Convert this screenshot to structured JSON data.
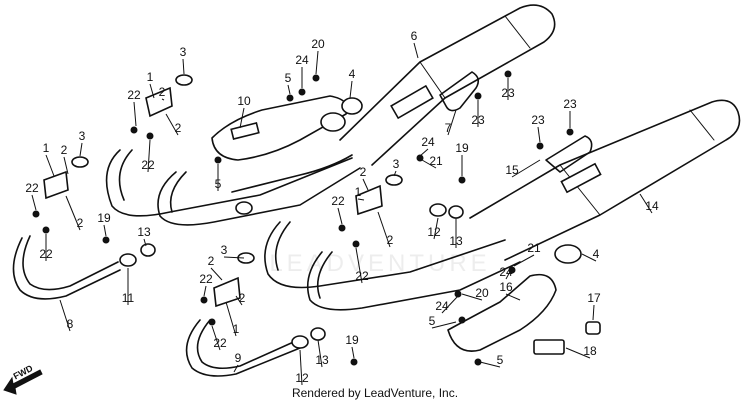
{
  "footer_text": "Rendered by LeadVenture, Inc.",
  "watermark_text": "LEADVENTURE",
  "fwd_label": "FWD",
  "callouts": [
    {
      "id": "c1",
      "label": "1"
    },
    {
      "id": "c2",
      "label": "1"
    },
    {
      "id": "c3",
      "label": "1"
    },
    {
      "id": "c4",
      "label": "1"
    },
    {
      "id": "c5",
      "label": "2"
    },
    {
      "id": "c6",
      "label": "2"
    },
    {
      "id": "c7",
      "label": "2"
    },
    {
      "id": "c8",
      "label": "2"
    },
    {
      "id": "c9",
      "label": "2"
    },
    {
      "id": "c10",
      "label": "2"
    },
    {
      "id": "c11",
      "label": "2"
    },
    {
      "id": "c12",
      "label": "2"
    },
    {
      "id": "c13",
      "label": "3"
    },
    {
      "id": "c14",
      "label": "3"
    },
    {
      "id": "c15",
      "label": "3"
    },
    {
      "id": "c16",
      "label": "3"
    },
    {
      "id": "c17",
      "label": "4"
    },
    {
      "id": "c18",
      "label": "4"
    },
    {
      "id": "c19",
      "label": "5"
    },
    {
      "id": "c20",
      "label": "5"
    },
    {
      "id": "c21",
      "label": "5"
    },
    {
      "id": "c22",
      "label": "5"
    },
    {
      "id": "c23",
      "label": "6"
    },
    {
      "id": "c24",
      "label": "7"
    },
    {
      "id": "c25",
      "label": "8"
    },
    {
      "id": "c26",
      "label": "9"
    },
    {
      "id": "c27",
      "label": "10"
    },
    {
      "id": "c28",
      "label": "11"
    },
    {
      "id": "c29",
      "label": "12"
    },
    {
      "id": "c30",
      "label": "12"
    },
    {
      "id": "c31",
      "label": "13"
    },
    {
      "id": "c32",
      "label": "13"
    },
    {
      "id": "c33",
      "label": "13"
    },
    {
      "id": "c34",
      "label": "14"
    },
    {
      "id": "c35",
      "label": "15"
    },
    {
      "id": "c36",
      "label": "16"
    },
    {
      "id": "c37",
      "label": "17"
    },
    {
      "id": "c38",
      "label": "18"
    },
    {
      "id": "c39",
      "label": "19"
    },
    {
      "id": "c40",
      "label": "19"
    },
    {
      "id": "c41",
      "label": "19"
    },
    {
      "id": "c42",
      "label": "20"
    },
    {
      "id": "c43",
      "label": "20"
    },
    {
      "id": "c44",
      "label": "21"
    },
    {
      "id": "c45",
      "label": "21"
    },
    {
      "id": "c46",
      "label": "22"
    },
    {
      "id": "c47",
      "label": "22"
    },
    {
      "id": "c48",
      "label": "22"
    },
    {
      "id": "c49",
      "label": "22"
    },
    {
      "id": "c50",
      "label": "22"
    },
    {
      "id": "c51",
      "label": "22"
    },
    {
      "id": "c52",
      "label": "22"
    },
    {
      "id": "c53",
      "label": "22"
    },
    {
      "id": "c54",
      "label": "23"
    },
    {
      "id": "c55",
      "label": "23"
    },
    {
      "id": "c56",
      "label": "23"
    },
    {
      "id": "c57",
      "label": "23"
    },
    {
      "id": "c58",
      "label": "24"
    },
    {
      "id": "c59",
      "label": "24"
    },
    {
      "id": "c60",
      "label": "24"
    },
    {
      "id": "c61",
      "label": "24"
    }
  ]
}
